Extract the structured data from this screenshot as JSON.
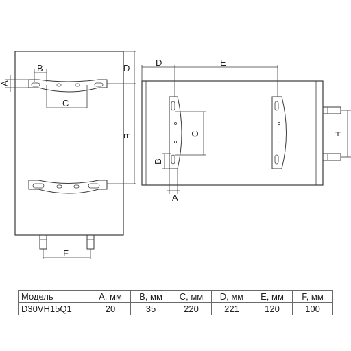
{
  "diagram": {
    "labels": {
      "A": "A",
      "B": "B",
      "C": "C",
      "D": "D",
      "E": "E",
      "F": "F"
    }
  },
  "table": {
    "headers": [
      "Модель",
      "A, мм",
      "B, мм",
      "C, мм",
      "D, мм",
      "E, мм",
      "F, мм"
    ],
    "rows": [
      [
        "D30VH15Q1",
        "20",
        "35",
        "220",
        "221",
        "120",
        "100"
      ]
    ]
  }
}
